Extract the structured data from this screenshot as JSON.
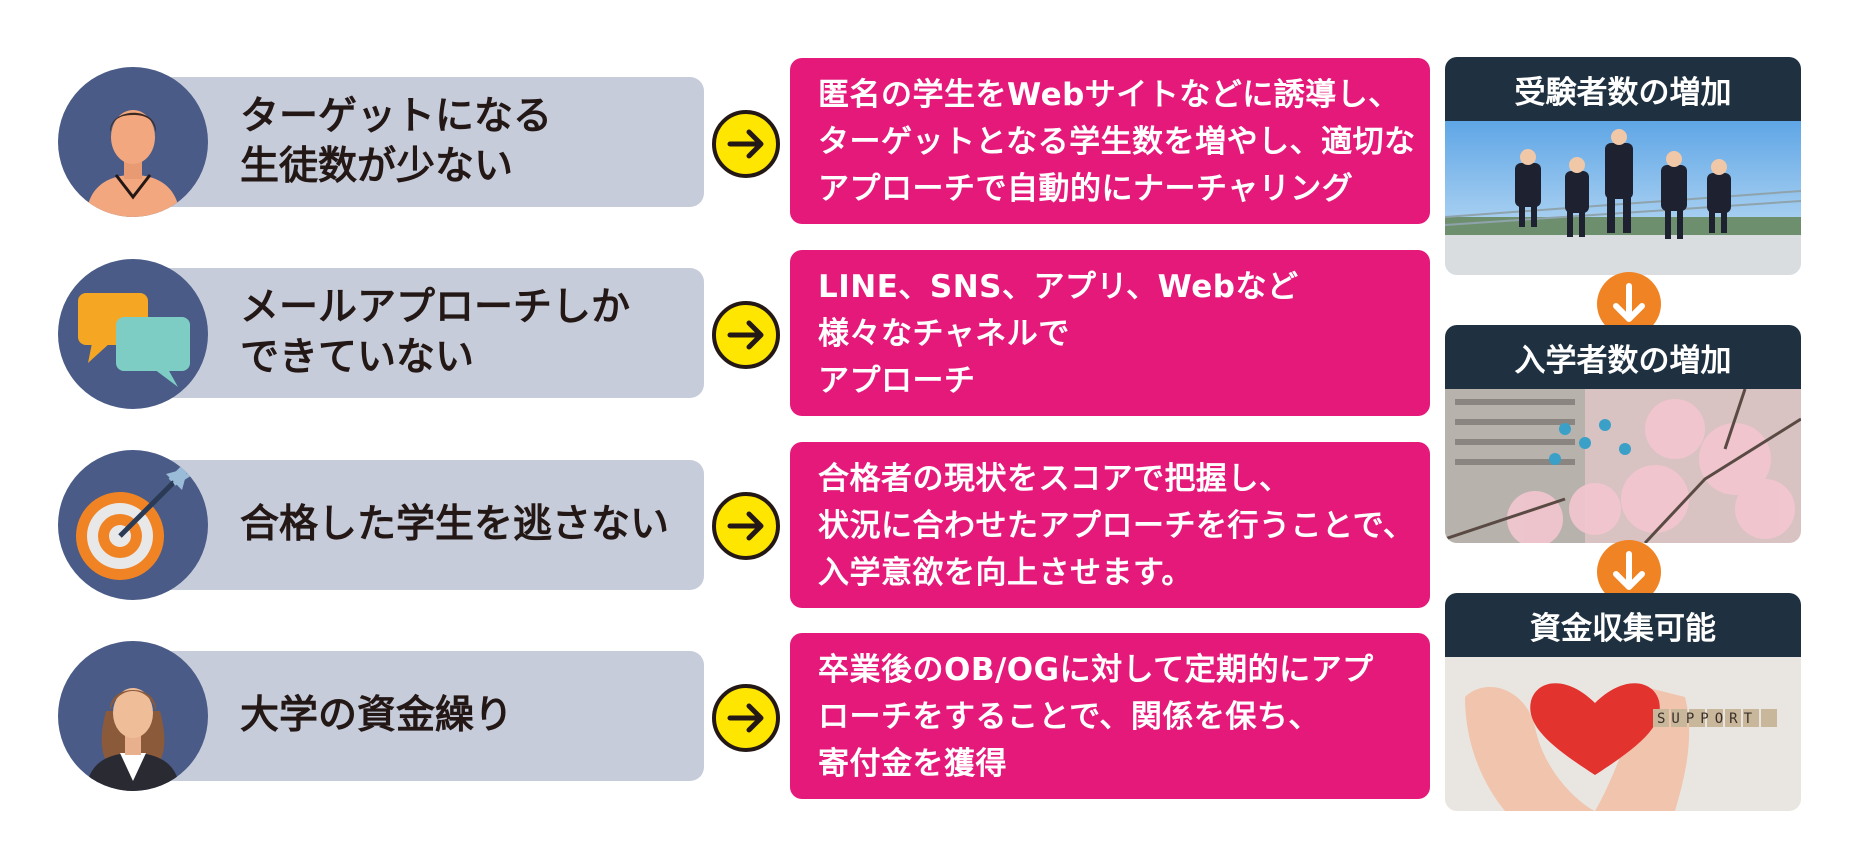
{
  "rows": [
    {
      "icon": "student-male-icon",
      "problem": "ターゲットになる\n生徒数が少ない",
      "solution": "匿名の学生をWebサイトなどに誘導し、\nターゲットとなる学生数を増やし、適切な\nアプローチで自動的にナーチャリング"
    },
    {
      "icon": "speech-bubbles-icon",
      "problem": "メールアプローチしか\nできていない",
      "solution": "LINE、SNS、アプリ、Webなど\n様々なチャネルで\nアプローチ"
    },
    {
      "icon": "target-arrow-icon",
      "problem": "合格した学生を逃さない",
      "solution": "合格者の現状をスコアで把握し、\n状況に合わせたアプローチを行うことで、\n入学意欲を向上させます。"
    },
    {
      "icon": "businesswoman-icon",
      "problem": "大学の資金繰り",
      "solution": "卒業後のOB/OGに対して定期的にアプ\nローチをすることで、関係を保ち、\n寄付金を獲得"
    }
  ],
  "results": [
    {
      "title": "受験者数の増加",
      "image": "students-jumping-photo"
    },
    {
      "title": "入学者数の増加",
      "image": "cherry-blossom-ceremony-photo"
    },
    {
      "title": "資金収集可能",
      "image": "hands-holding-heart-photo",
      "photo_text": "SUPPORT"
    }
  ],
  "colors": {
    "problem_bg": "#c7ccdb",
    "avatar_bg": "#495b86",
    "solution_bg": "#e5197a",
    "arrow_bg": "#ffe600",
    "result_header_bg": "#1f3140",
    "down_arrow_bg": "#f08324"
  }
}
